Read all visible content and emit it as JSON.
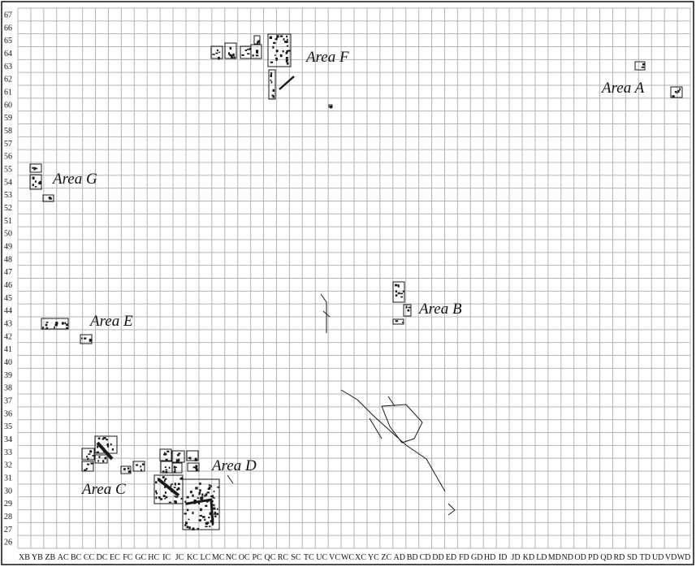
{
  "title": "Site grid plan",
  "rows": [
    "26",
    "27",
    "28",
    "29",
    "30",
    "31",
    "32",
    "33",
    "34",
    "35",
    "36",
    "37",
    "38",
    "39",
    "40",
    "41",
    "42",
    "43",
    "44",
    "45",
    "46",
    "47",
    "48",
    "49",
    "50",
    "51",
    "52",
    "53",
    "54",
    "55",
    "56",
    "57",
    "58",
    "59",
    "60",
    "61",
    "62",
    "63",
    "64",
    "65",
    "66",
    "67"
  ],
  "columns": [
    "XB",
    "YB",
    "ZB",
    "AC",
    "BC",
    "CC",
    "DC",
    "EC",
    "FC",
    "GC",
    "HC",
    "IC",
    "JC",
    "KC",
    "LC",
    "MC",
    "NC",
    "OC",
    "PC",
    "QC",
    "RC",
    "SC",
    "TC",
    "UC",
    "VC",
    "WC",
    "XC",
    "YC",
    "ZC",
    "AD",
    "BD",
    "CD",
    "DD",
    "ED",
    "FD",
    "GD",
    "HD",
    "ID",
    "JD",
    "KD",
    "LD",
    "MD",
    "ND",
    "OD",
    "PD",
    "QD",
    "RD",
    "SD",
    "TD",
    "UD",
    "VD",
    "WD"
  ],
  "areas": [
    {
      "id": "F",
      "label": "Area F"
    },
    {
      "id": "A",
      "label": "Area A"
    },
    {
      "id": "G",
      "label": "Area G"
    },
    {
      "id": "E",
      "label": "Area E"
    },
    {
      "id": "B",
      "label": "Area B"
    },
    {
      "id": "D",
      "label": "Area D"
    },
    {
      "id": "C",
      "label": "Area C"
    }
  ],
  "colors": {
    "grid": "#b4b4b4",
    "frame": "#111111",
    "feature": "#1a1a1a"
  }
}
